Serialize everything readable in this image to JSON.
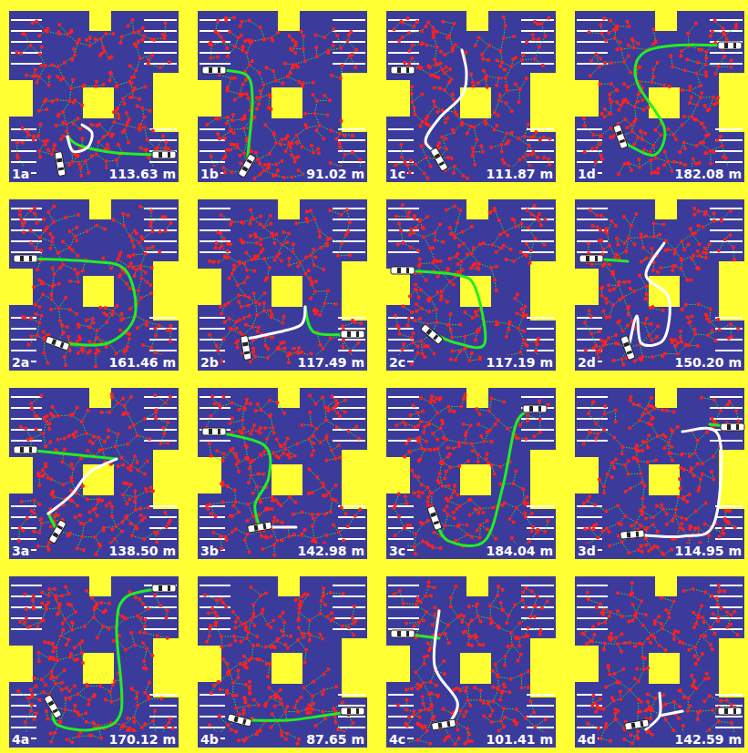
{
  "diagram": {
    "labels": [
      "1a",
      "113.63 m",
      "1b",
      "91.02 m",
      "1c",
      "111.87 m",
      "1d",
      "182.08 m",
      "2a",
      "161.46 m",
      "2b",
      "117.49 m",
      "2c",
      "117.19 m",
      "2d",
      "150.20 m",
      "3a",
      "138.50 m",
      "3b",
      "142.98 m",
      "3c",
      "184.04 m",
      "3d",
      "114.95 m",
      "4a",
      "170.12 m",
      "4b",
      "87.65 m",
      "4c",
      "101.41 m",
      "4d",
      "142.59 m"
    ]
  }
}
